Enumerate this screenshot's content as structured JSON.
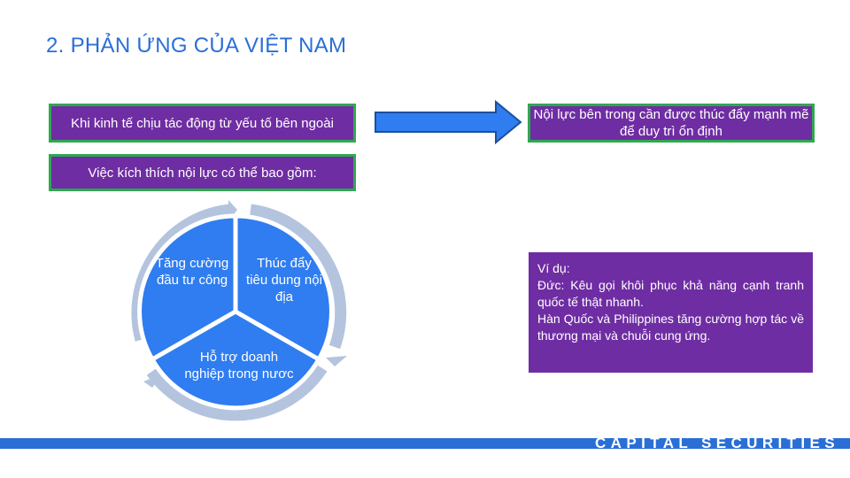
{
  "title": "2. PHẢN ỨNG CỦA VIỆT NAM",
  "boxes": {
    "external_impact": "Khi kinh tế chịu tác động từ yếu tố bên ngoài",
    "stimulus_intro": "Việc kích thích nội lực có thể bao gồm:",
    "internal_strength": "Nội lực bên trong cần được thúc đẩy mạnh mẽ để duy trì ổn định"
  },
  "cycle": {
    "segments": [
      "Tăng cường đầu tư công",
      "Thúc đẩy tiêu dung nội địa",
      "Hỗ trợ doanh nghiệp trong nươc"
    ]
  },
  "example": {
    "heading": "Ví dụ:",
    "lines": [
      "Đức: Kêu gọi khôi phục khả năng cạnh tranh quốc tế thật nhanh.",
      "Hàn Quốc và Philippines tăng cường hợp tác về thương mại và chuỗi cung ứng."
    ]
  },
  "footer": {
    "brand": "CAPITAL SECURITIES"
  },
  "colors": {
    "title_blue": "#2a6fd6",
    "box_purple": "#6f2da3",
    "box_border_green": "#2fa84f",
    "cycle_blue": "#2f7df0",
    "cycle_ring": "#b4c4de",
    "arrow_blue": "#2f7df0"
  }
}
